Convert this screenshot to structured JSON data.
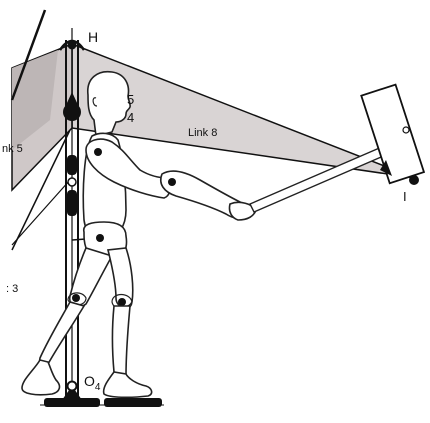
{
  "labels": {
    "point_h": "H",
    "num_5": "5",
    "num_4": "4",
    "link_8": "Link 8",
    "link_5_partial": "nk 5",
    "point_i": "I",
    "num_3_partial": ": 3",
    "point_o": "O",
    "point_o_subscript": "4"
  },
  "colors": {
    "ink": "#111111",
    "link_fill": "#d9d4d4",
    "link_fill_dark": "#bdb6b6",
    "skin": "#ffffff"
  }
}
